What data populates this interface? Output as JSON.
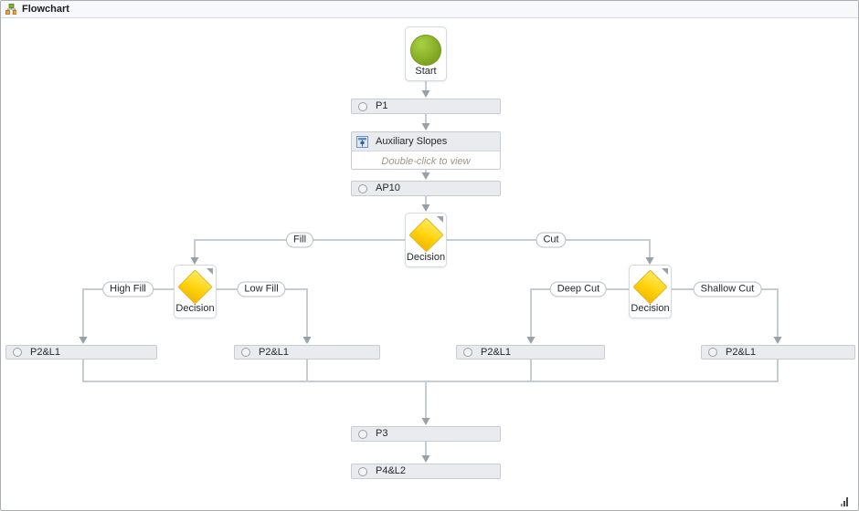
{
  "window": {
    "title": "Flowchart"
  },
  "icons": {
    "titlebar": "flowchart-icon",
    "process_bullet": "circle-icon",
    "subchart_header": "subchart-icon",
    "decision_corner": "collapse-corner-icon",
    "bottom_right": "resize-grip-icon"
  },
  "colors": {
    "start_green": "#86ab28",
    "decision_yellow": "#ffd20a",
    "connector_line": "#c5ccd3",
    "arrowhead": "#98a0a8",
    "process_box_bg": "#e9ebee",
    "hint_text": "#a1948a"
  },
  "nodes": {
    "start": {
      "label": "Start"
    },
    "p1": {
      "label": "P1"
    },
    "auxiliary": {
      "label": "Auxiliary Slopes",
      "hint": "Double-click to view"
    },
    "ap10": {
      "label": "AP10"
    },
    "decision_main": {
      "label": "Decision"
    },
    "decision_fill": {
      "label": "Decision"
    },
    "decision_cut": {
      "label": "Decision"
    },
    "p2l1_high_fill": {
      "label": "P2&L1"
    },
    "p2l1_low_fill": {
      "label": "P2&L1"
    },
    "p2l1_deep_cut": {
      "label": "P2&L1"
    },
    "p2l1_shallow_cut": {
      "label": "P2&L1"
    },
    "p3": {
      "label": "P3"
    },
    "p4l2": {
      "label": "P4&L2"
    }
  },
  "branch_labels": {
    "fill": "Fill",
    "cut": "Cut",
    "high_fill": "High Fill",
    "low_fill": "Low Fill",
    "deep_cut": "Deep Cut",
    "shallow_cut": "Shallow Cut"
  }
}
